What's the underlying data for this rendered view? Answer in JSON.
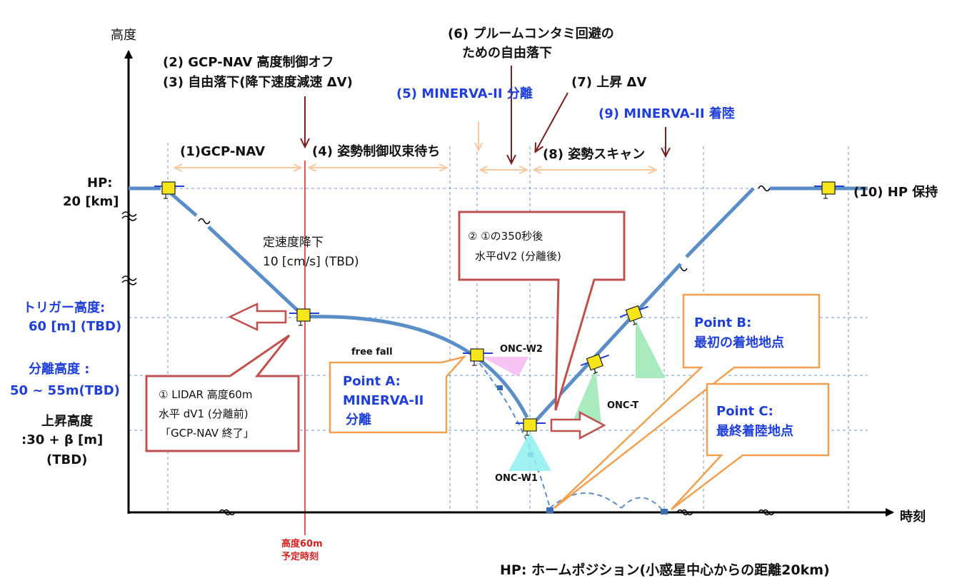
{
  "axes": {
    "y_label": "高度",
    "x_label": "時刻"
  },
  "left_labels": {
    "hp_line1": "HP:",
    "hp_line2": "20 [km]",
    "trigger_line1": "トリガー高度:",
    "trigger_line2": "60 [m]  (TBD)",
    "sep_line1": "分離高度 :",
    "sep_line2": "50 ~ 55m(TBD)",
    "asc_line1": "上昇高度",
    "asc_line2": ":30 + β [m]",
    "asc_line3": "(TBD)"
  },
  "steps": {
    "s2": "(2) GCP-NAV 高度制御オフ",
    "s3": "(3) 自由落下(降下速度減速 ΔV)",
    "s6_line1": "(6) プルームコンタミ回避の",
    "s6_line2": "ための自由落下",
    "s5": "(5) MINERVA-II 分離",
    "s7": "(7) 上昇 ΔV",
    "s9": "(9) MINERVA-II 着陸",
    "s1": "(1)GCP-NAV",
    "s4": "(4) 姿勢制御収束待ち",
    "s8": "(8) 姿勢スキャン",
    "s10": "(10) HP 保持"
  },
  "annotations": {
    "descent_line1": "定速度降下",
    "descent_line2": "10 [cm/s]  (TBD)",
    "free_fall": "free fall",
    "onc_w2": "ONC-W2",
    "onc_w1": "ONC-W1",
    "onc_t": "ONC-T",
    "marker_line1": "高度60m",
    "marker_line2": "予定時刻",
    "footer": "HP: ホームポジション(小惑星中心からの距離20km)"
  },
  "callouts": {
    "lidar_line1": "① LIDAR 高度60m",
    "lidar_line2": "水平 dV1 (分離前)",
    "lidar_line3": "「GCP-NAV 終了」",
    "dv2_line1": "②  ①の350秒後",
    "dv2_line2": "水平dV2 (分離後)",
    "pointA_line1": "Point A:",
    "pointA_line2": "MINERVA-II",
    "pointA_line3": "分離",
    "pointB_line1": "Point B:",
    "pointB_line2": "最初の着地地点",
    "pointC_line1": "Point C:",
    "pointC_line2": "最終着陸地点"
  },
  "colors": {
    "trajectory": "#5b8ec7",
    "guide_dash": "#6d9ad1",
    "span_arrow": "#f6c9a0",
    "event_arrow": "#7a2020",
    "callout_red": "#c0504d",
    "callout_orange": "#f0a050",
    "label_blue": "#1f3fd8",
    "marker_red": "#d42020",
    "satellite": "#f5e51a"
  }
}
